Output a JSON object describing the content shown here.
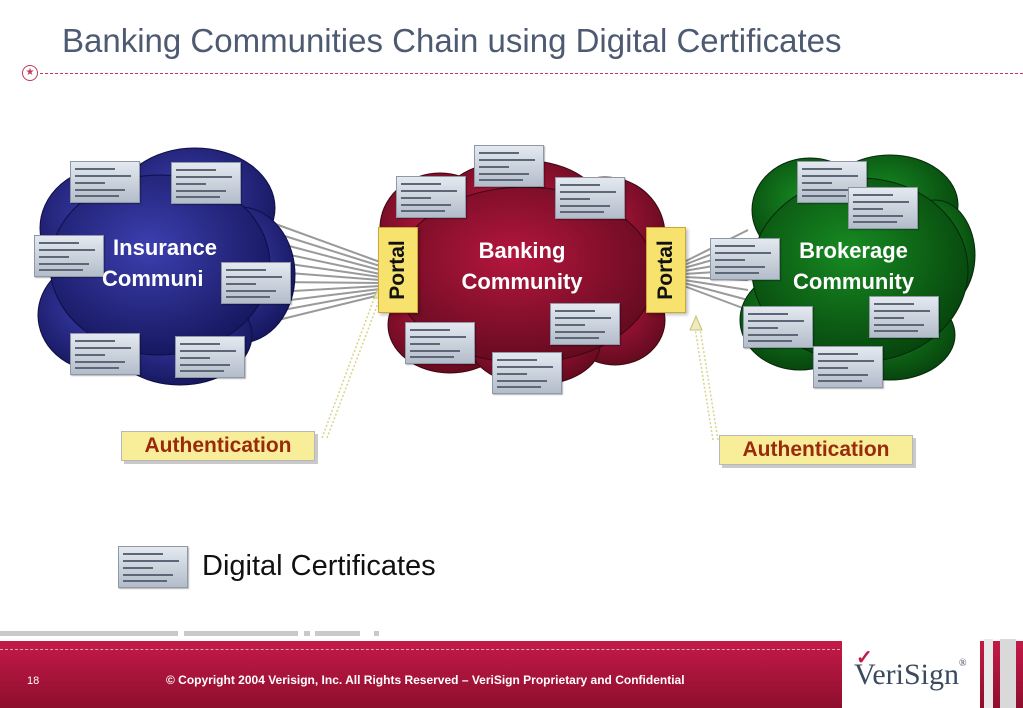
{
  "slide": {
    "title": "Banking Communities Chain using Digital Certificates",
    "page_number": "18",
    "footer_text": "© Copyright 2004 Verisign, Inc. All Rights Reserved – VeriSign Proprietary and Confidential",
    "logo_text": "VeriSign",
    "logo_mark": "®",
    "bullet_icon": "star-icon"
  },
  "diagram": {
    "clouds": [
      {
        "id": "insurance",
        "line1": "Insurance",
        "line2": "Communi",
        "color": "#22237a"
      },
      {
        "id": "banking",
        "line1": "Banking",
        "line2": "Community",
        "color": "#8d0e2c"
      },
      {
        "id": "brokerage",
        "line1": "Brokerage",
        "line2": "Community",
        "color": "#0c5c15"
      }
    ],
    "portals": [
      {
        "id": "left",
        "label": "Portal"
      },
      {
        "id": "right",
        "label": "Portal"
      }
    ],
    "authentication": [
      {
        "id": "left",
        "label": "Authentication"
      },
      {
        "id": "right",
        "label": "Authentication"
      }
    ],
    "colors": {
      "portal_fill": "#f6e26d",
      "auth_fill": "#f8ee9a",
      "auth_text": "#9a2a0e",
      "footer": "#b0143d",
      "accent": "#c0395a",
      "title": "#4d5a72"
    }
  },
  "legend": {
    "label": "Digital Certificates",
    "icon": "certificate-icon"
  }
}
